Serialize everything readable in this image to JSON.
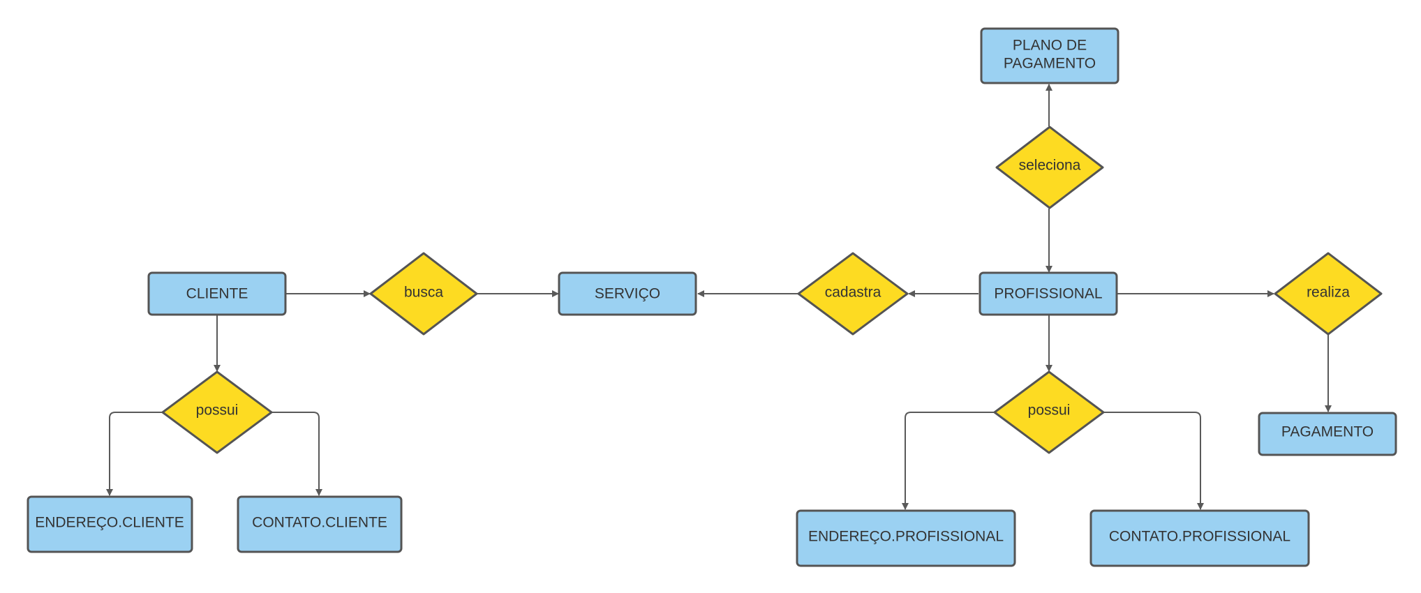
{
  "entities": {
    "cliente": "CLIENTE",
    "servico": "SERVIÇO",
    "profissional": "PROFISSIONAL",
    "plano_line1": "PLANO DE",
    "plano_line2": "PAGAMENTO",
    "pagamento": "PAGAMENTO",
    "endereco_cliente": "ENDEREÇO.CLIENTE",
    "contato_cliente": "CONTATO.CLIENTE",
    "endereco_profissional": "ENDEREÇO.PROFISSIONAL",
    "contato_profissional": "CONTATO.PROFISSIONAL"
  },
  "relationships": {
    "busca": "busca",
    "cadastra": "cadastra",
    "seleciona": "seleciona",
    "realiza": "realiza",
    "possui_cliente": "possui",
    "possui_profissional": "possui"
  },
  "colors": {
    "entity_fill": "#9bd1f2",
    "relationship_fill": "#fddb22",
    "stroke": "#545454",
    "text": "#333333"
  }
}
